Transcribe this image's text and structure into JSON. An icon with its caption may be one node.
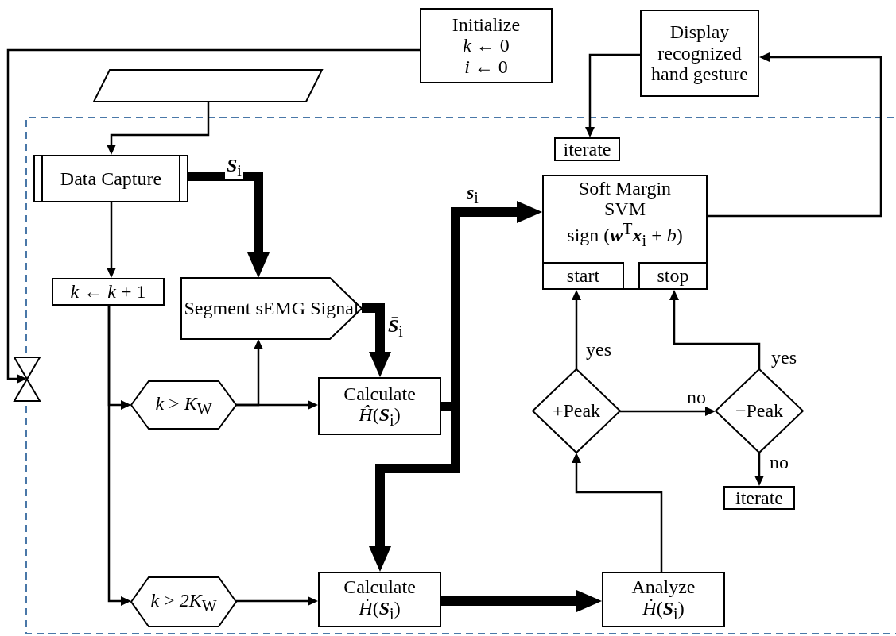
{
  "diagram": {
    "nodes": [
      {
        "text": [
          "Initialize",
          "*k* ← 0",
          "*i* ← 0"
        ]
      },
      {
        "text": [
          "Display recognized hand gesture"
        ]
      },
      {
        "text": [],
        "shape": "parallelogram"
      },
      {
        "text": [
          "iterate"
        ]
      },
      {
        "text": [
          "Data Capture"
        ]
      },
      {
        "text": [
          "Soft Margin SVM",
          "sign (**w**$^{T}$**x**$_{i}$ + *b*)"
        ]
      },
      {
        "text": [
          "start"
        ],
        "in": 5
      },
      {
        "text": [
          "stop"
        ],
        "in": 5
      },
      {
        "text": [
          "*k* ← *k* + 1"
        ]
      },
      {
        "text": [
          "Segment sEMG Signal"
        ]
      },
      {
        "text": [],
        "shape": "hourglass"
      },
      {
        "text": [
          "*k* > *K*$_{W}$"
        ]
      },
      {
        "text": [
          "Calculate *Ĥ*(**S**$_{i}$)"
        ]
      },
      {
        "text": [
          "+Peak"
        ]
      },
      {
        "text": [
          "−Peak"
        ]
      },
      {
        "text": [
          "iterate"
        ]
      },
      {
        "text": [
          "*k* > *2K*$_{W}$"
        ]
      },
      {
        "text": [
          "Calculate *Ḣ*(**S**$_{i}$)"
        ]
      },
      {
        "text": [
          "Analyze *Ḣ*(**S**$_{i}$)"
        ]
      }
    ],
    "edges": [
      {
        "from": 0,
        "to": 10,
        "arrow": "to"
      },
      {
        "from": 2,
        "to": 4,
        "arrow": "to"
      },
      {
        "from": 1,
        "to": 3,
        "arrow": "to"
      },
      {
        "from": 5,
        "to": 1,
        "arrow": "to"
      },
      {
        "from": 4,
        "to": 8,
        "arrow": "to"
      },
      {
        "from": 4,
        "to": 9,
        "arrow": "to",
        "style": "thick",
        "label": "**S**$_{i}$"
      },
      {
        "from": 8,
        "to": 11,
        "arrow": "to"
      },
      {
        "from": 8,
        "to": 16,
        "arrow": "to"
      },
      {
        "from": 11,
        "to": 9,
        "arrow": "to"
      },
      {
        "from": 11,
        "to": 12,
        "arrow": "to"
      },
      {
        "from": 9,
        "to": 12,
        "arrow": "to",
        "style": "thick",
        "label": "**S̄**$_{i}$"
      },
      {
        "from": 12,
        "to": 5,
        "arrow": "to",
        "style": "thick",
        "label": "**s**$_{i}$"
      },
      {
        "from": 12,
        "to": 17,
        "arrow": "to",
        "style": "thick"
      },
      {
        "from": 16,
        "to": 17,
        "arrow": "to"
      },
      {
        "from": 17,
        "to": 18,
        "arrow": "to",
        "style": "thick"
      },
      {
        "from": 18,
        "to": 13,
        "arrow": "to"
      },
      {
        "from": 13,
        "to": 6,
        "arrow": "to",
        "label": "yes"
      },
      {
        "from": 13,
        "to": 14,
        "arrow": "to",
        "label": "no"
      },
      {
        "from": 14,
        "to": 7,
        "arrow": "to",
        "label": "yes"
      },
      {
        "from": 14,
        "to": 15,
        "arrow": "to",
        "label": "no"
      }
    ]
  }
}
